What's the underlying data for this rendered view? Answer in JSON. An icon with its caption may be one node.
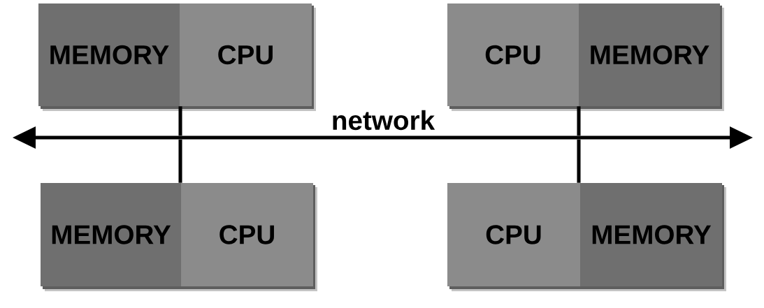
{
  "diagram": {
    "nodes": [
      {
        "text": [],
        "shape": "box"
      },
      {
        "text": [
          "MEMORY"
        ],
        "in": 0
      },
      {
        "text": [
          "CPU"
        ],
        "in": 0
      },
      {
        "text": [],
        "shape": "box"
      },
      {
        "text": [
          "CPU"
        ],
        "in": 3
      },
      {
        "text": [
          "MEMORY"
        ],
        "in": 3
      },
      {
        "text": [
          "network"
        ]
      },
      {
        "text": [],
        "shape": "box"
      },
      {
        "text": [
          "MEMORY"
        ],
        "in": 7
      },
      {
        "text": [
          "CPU"
        ],
        "in": 7
      },
      {
        "text": [],
        "shape": "box"
      },
      {
        "text": [
          "CPU"
        ],
        "in": 10
      },
      {
        "text": [
          "MEMORY"
        ],
        "in": 10
      }
    ],
    "edges": [
      {
        "from": 0,
        "to": 6,
        "arrow": "none"
      },
      {
        "from": 6,
        "to": 7,
        "arrow": "none"
      },
      {
        "from": 3,
        "to": 6,
        "arrow": "none"
      },
      {
        "from": 6,
        "to": 10,
        "arrow": "none"
      }
    ]
  }
}
